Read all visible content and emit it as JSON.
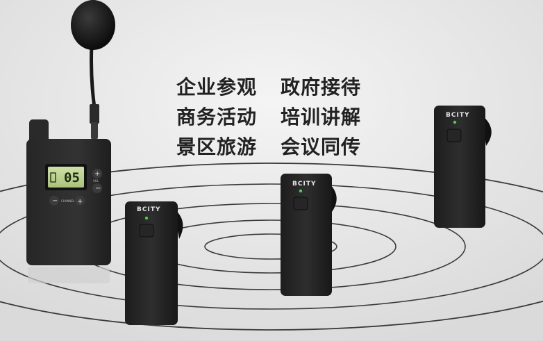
{
  "tagline": {
    "row1": [
      "企业参观",
      "政府接待"
    ],
    "row2": [
      "商务活动",
      "培训讲解"
    ],
    "row3": [
      "景区旅游",
      "会议同传"
    ]
  },
  "devices": {
    "brand": "BCITY",
    "lcd_channel": "05",
    "vol_label": "VOL",
    "channel_label": "CHANNEL"
  }
}
